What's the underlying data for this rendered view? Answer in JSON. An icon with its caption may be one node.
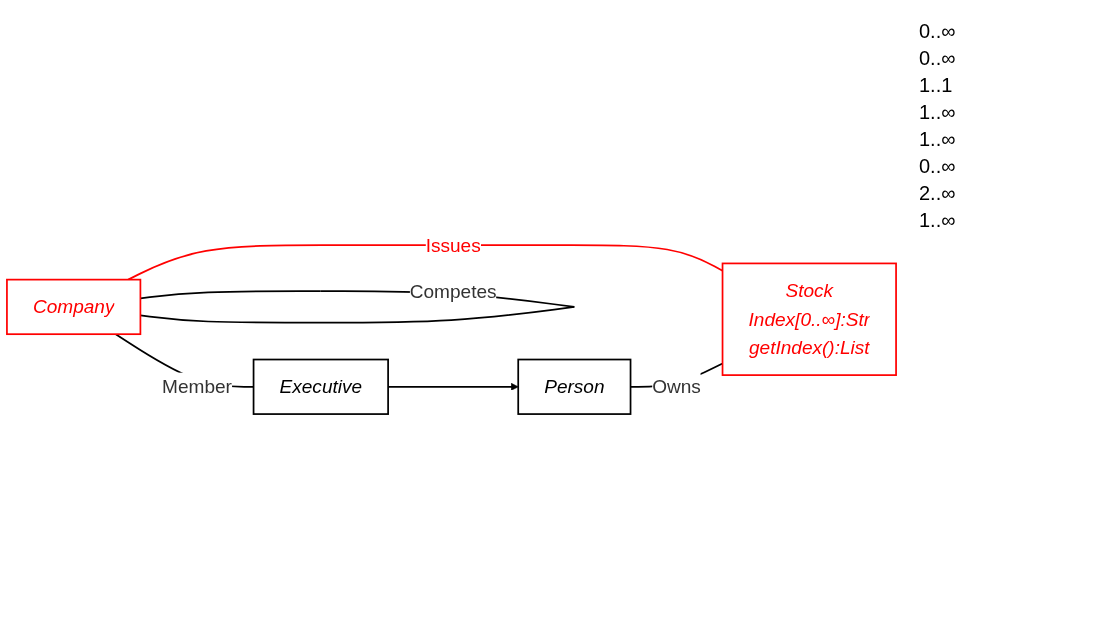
{
  "diagram": {
    "nodes": [
      {
        "text": [
          "Company"
        ]
      },
      {
        "text": [
          "Stock",
          "Index[0..∞]:Str",
          "getIndex():List"
        ]
      },
      {
        "text": [
          "Executive"
        ]
      },
      {
        "text": [
          "Person"
        ]
      }
    ],
    "edges": [
      {
        "from": 0,
        "to": 0,
        "arrow": "none",
        "label": "Competes"
      },
      {
        "from": 0,
        "to": 1,
        "arrow": "none",
        "label": "Issues",
        "color": "#ff0000"
      },
      {
        "from": 0,
        "to": 2,
        "arrow": "none",
        "label": "Member"
      },
      {
        "from": 2,
        "to": 3,
        "arrow": "to"
      },
      {
        "from": 3,
        "to": 1,
        "arrow": "none",
        "label": "Owns"
      }
    ],
    "labels": [
      "0..∞",
      "0..∞",
      "1..1",
      "1..∞",
      "1..∞",
      "0..∞",
      "2..∞",
      "1..∞"
    ]
  }
}
